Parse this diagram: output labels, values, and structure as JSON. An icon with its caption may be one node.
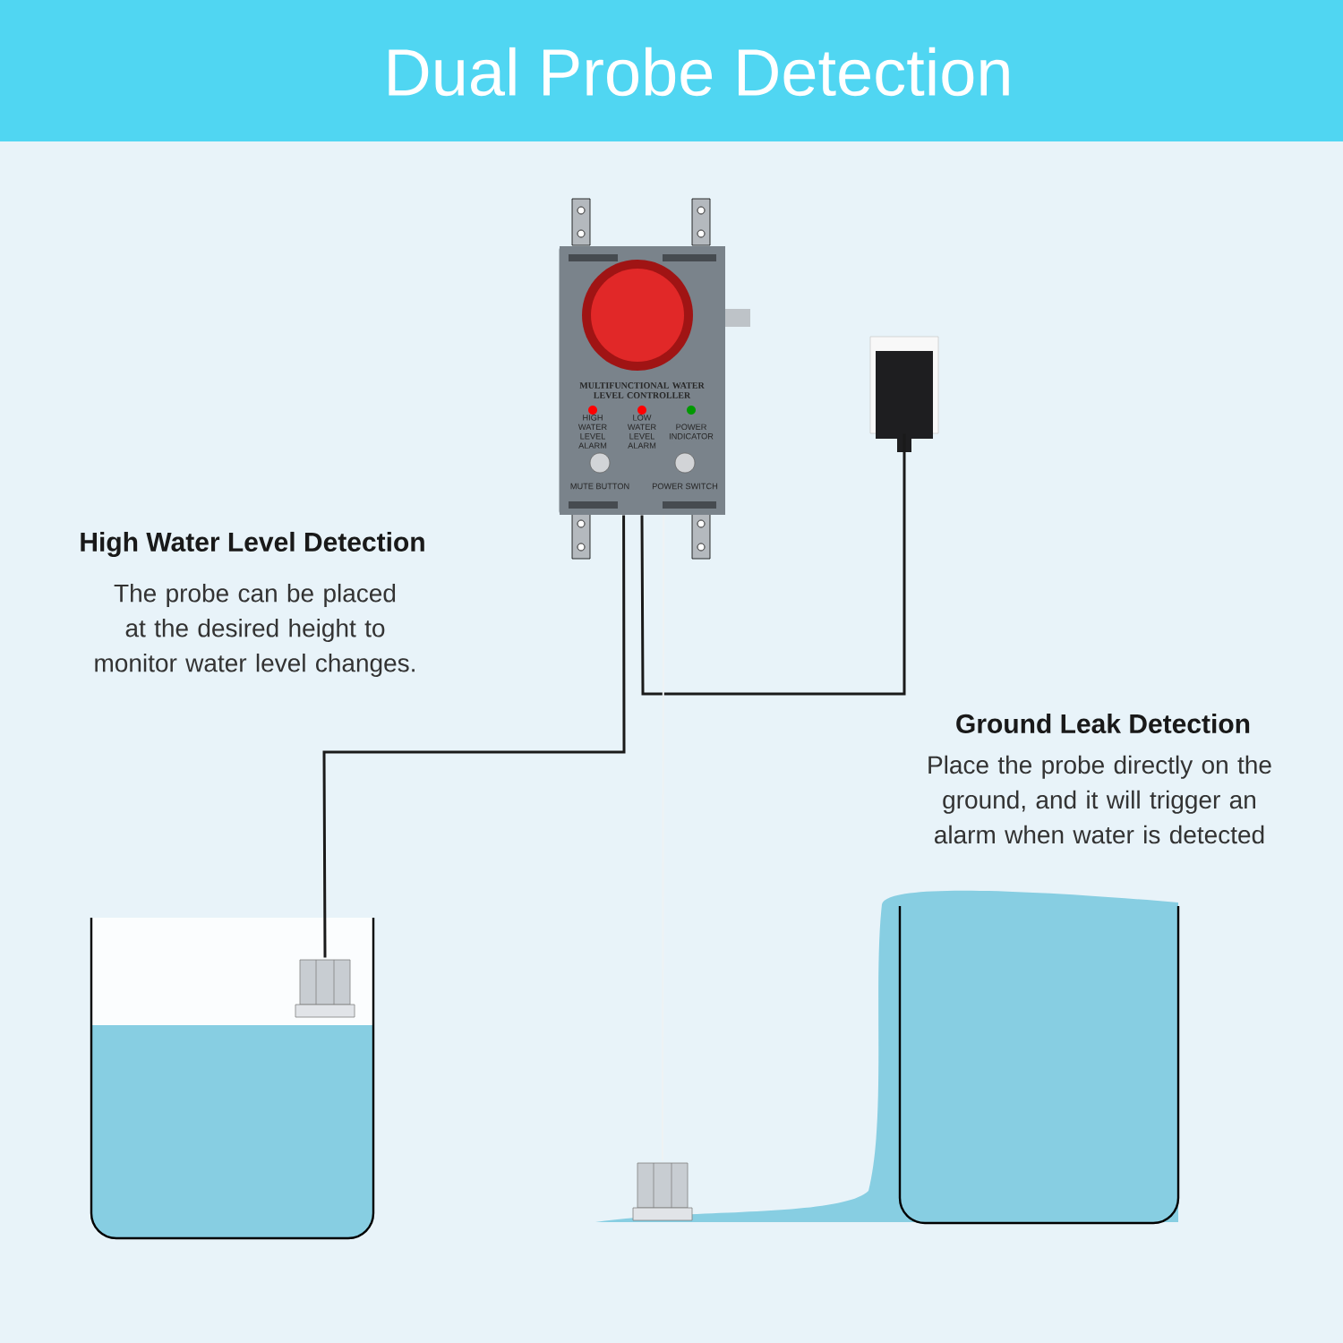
{
  "diagram": {
    "title": "Dual  Probe Detection",
    "nodes": [
      {
        "text": [
          "MULTIFUNCTIONAL WATER LEVEL CONTROLLER",
          "HIGH WATER LEVEL ALARM",
          "LOW WATER LEVEL ALARM",
          "POWER INDICATOR",
          "MUTE BUTTON",
          "POWER SWITCH"
        ]
      },
      {
        "text": [],
        "shape": "picture"
      },
      {
        "text": [],
        "shape": "picture"
      },
      {
        "text": [],
        "shape": "picture"
      }
    ],
    "edges": [
      {
        "from": 0,
        "to": 2,
        "arrow": "none"
      },
      {
        "from": 0,
        "to": 1,
        "arrow": "none"
      },
      {
        "from": 0,
        "to": 3,
        "arrow": "none",
        "color": "#eef2f4"
      }
    ],
    "labels": [
      "High Water Level Detection",
      "The probe can be placed at the desired height to monitor water level changes.",
      "Ground Leak Detection",
      "Place the probe directly on the ground, and it will trigger an alarm when water is detected"
    ]
  }
}
